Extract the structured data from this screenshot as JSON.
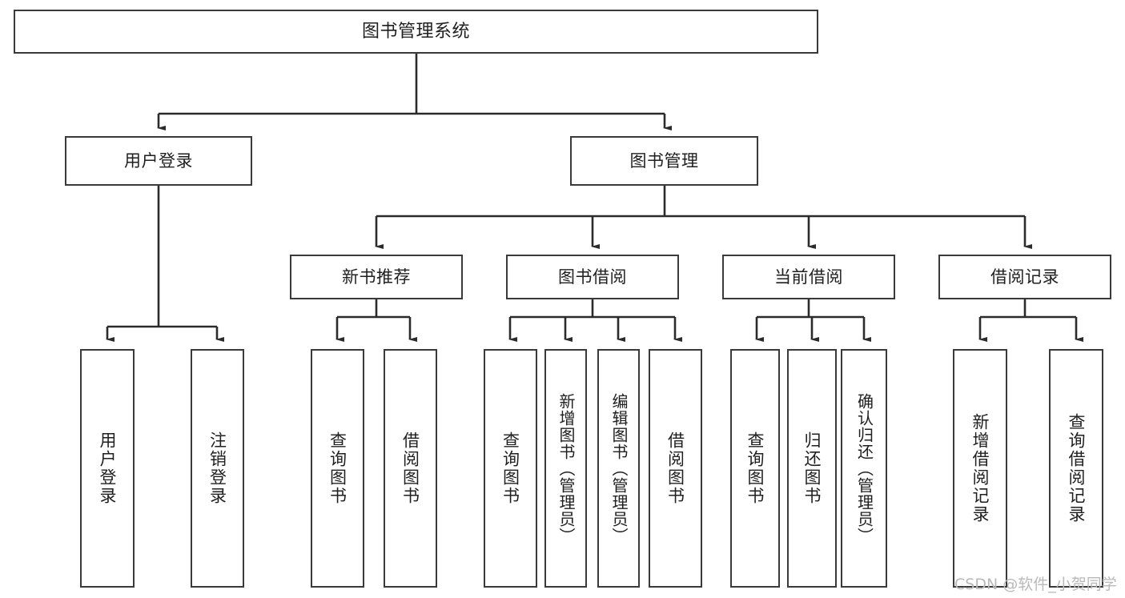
{
  "diagram": {
    "title": "图书管理系统",
    "type": "hierarchy-tree",
    "watermark": "CSDN @软件_小贺同学",
    "colors": {
      "box_border": "#3a3a3a",
      "box_fill": "#ffffff",
      "connector": "#2b2b2b",
      "text": "#1f1f1f",
      "watermark": "#b9b9b9",
      "background": "#ffffff"
    },
    "levels": {
      "root": {
        "label": "图书管理系统"
      },
      "level2": [
        {
          "label": "用户登录"
        },
        {
          "label": "图书管理"
        }
      ],
      "level3": [
        {
          "label": "新书推荐"
        },
        {
          "label": "图书借阅"
        },
        {
          "label": "当前借阅"
        },
        {
          "label": "借阅记录"
        }
      ],
      "leaves": {
        "user_login": [
          {
            "label": "用户登录"
          },
          {
            "label": "注销登录"
          }
        ],
        "new_book_recommend": [
          {
            "label": "查询图书"
          },
          {
            "label": "借阅图书"
          }
        ],
        "book_borrow": [
          {
            "label": "查询图书"
          },
          {
            "label": "新增图书（管理员）"
          },
          {
            "label": "编辑图书（管理员）"
          },
          {
            "label": "借阅图书"
          }
        ],
        "current_borrow": [
          {
            "label": "查询图书"
          },
          {
            "label": "归还图书"
          },
          {
            "label": "确认归还（管理员）"
          }
        ],
        "borrow_record": [
          {
            "label": "新增借阅记录"
          },
          {
            "label": "查询借阅记录"
          }
        ]
      }
    }
  }
}
